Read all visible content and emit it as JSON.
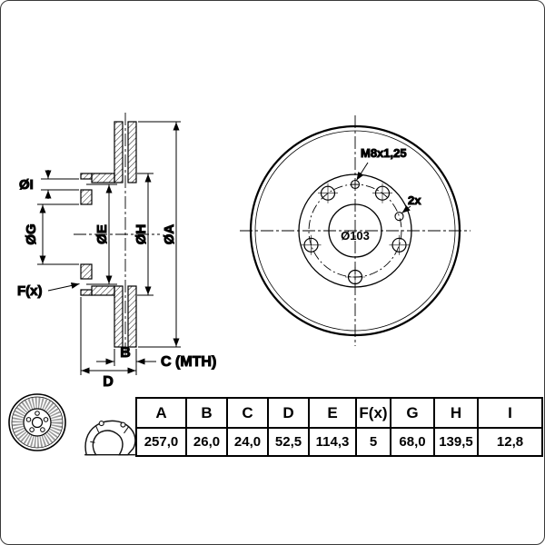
{
  "drawing": {
    "section": {
      "dim_oi": "ØI",
      "dim_og": "ØG",
      "dim_oe": "ØE",
      "dim_oh": "ØH",
      "dim_oa": "ØA",
      "dim_fx": "F(x)",
      "dim_b": "B",
      "dim_c": "C (MTH)",
      "dim_d": "D"
    },
    "front": {
      "thread_spec": "M8x1,25",
      "thread_count": "2x",
      "hub_diameter": "Ø103"
    }
  },
  "table": {
    "headers": [
      "A",
      "B",
      "C",
      "D",
      "E",
      "F(x)",
      "G",
      "H",
      "I"
    ],
    "values": [
      "257,0",
      "26,0",
      "24,0",
      "52,5",
      "114,3",
      "5",
      "68,0",
      "139,5",
      "12,8"
    ]
  },
  "colors": {
    "line": "#000000",
    "background": "#ffffff"
  }
}
